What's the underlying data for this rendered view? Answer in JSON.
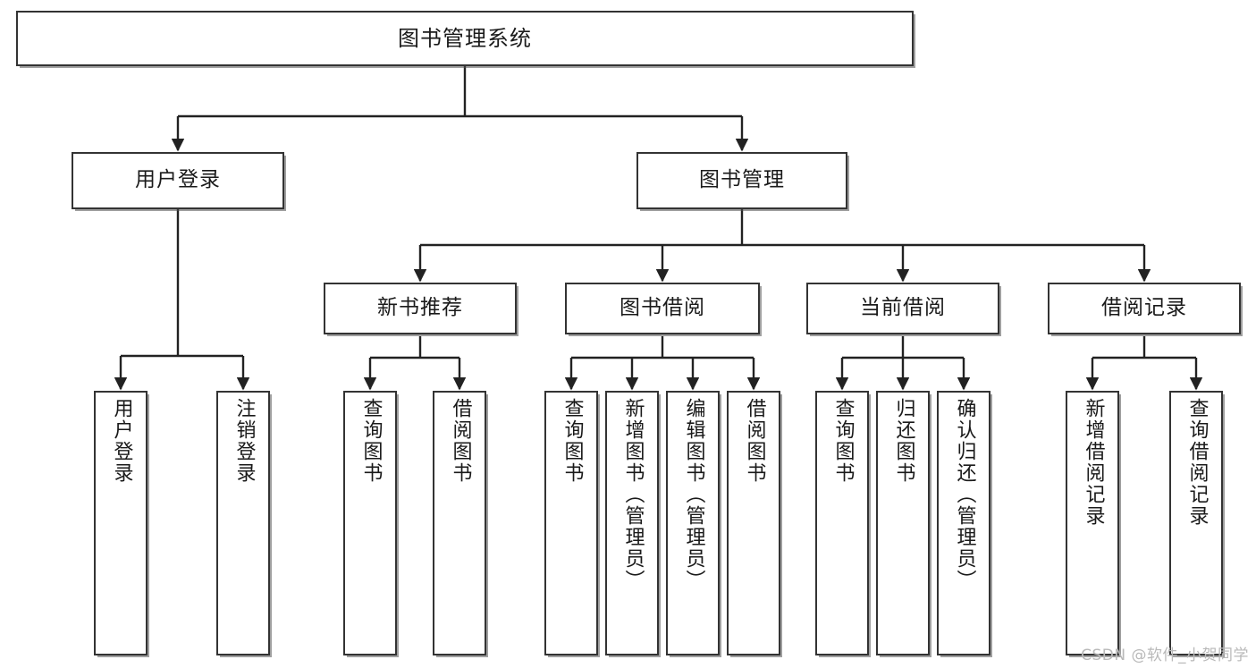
{
  "diagram": {
    "title": "图书管理系统",
    "type": "tree-hierarchy-diagram",
    "colors": {
      "box_border": "#333333",
      "box_fill": "#ffffff",
      "connector": "#222222",
      "background": "#ffffff",
      "watermark": "#b9b9b9"
    },
    "root": {
      "label": "图书管理系统"
    },
    "level2": [
      {
        "label": "用户登录"
      },
      {
        "label": "图书管理"
      }
    ],
    "level3": [
      {
        "label": "新书推荐"
      },
      {
        "label": "图书借阅"
      },
      {
        "label": "当前借阅"
      },
      {
        "label": "借阅记录"
      }
    ],
    "leaves": {
      "user_login": [
        {
          "label": "用户登录"
        },
        {
          "label": "注销登录"
        }
      ],
      "new_book_recommend": [
        {
          "label": "查询图书"
        },
        {
          "label": "借阅图书"
        }
      ],
      "book_borrow": [
        {
          "label": "查询图书"
        },
        {
          "label": "新增图书（管理员）"
        },
        {
          "label": "编辑图书（管理员）"
        },
        {
          "label": "借阅图书"
        }
      ],
      "current_borrow": [
        {
          "label": "查询图书"
        },
        {
          "label": "归还图书"
        },
        {
          "label": "确认归还（管理员）"
        }
      ],
      "borrow_record": [
        {
          "label": "新增借阅记录"
        },
        {
          "label": "查询借阅记录"
        }
      ]
    }
  },
  "watermark": {
    "text": "CSDN @软件_小贺同学"
  }
}
